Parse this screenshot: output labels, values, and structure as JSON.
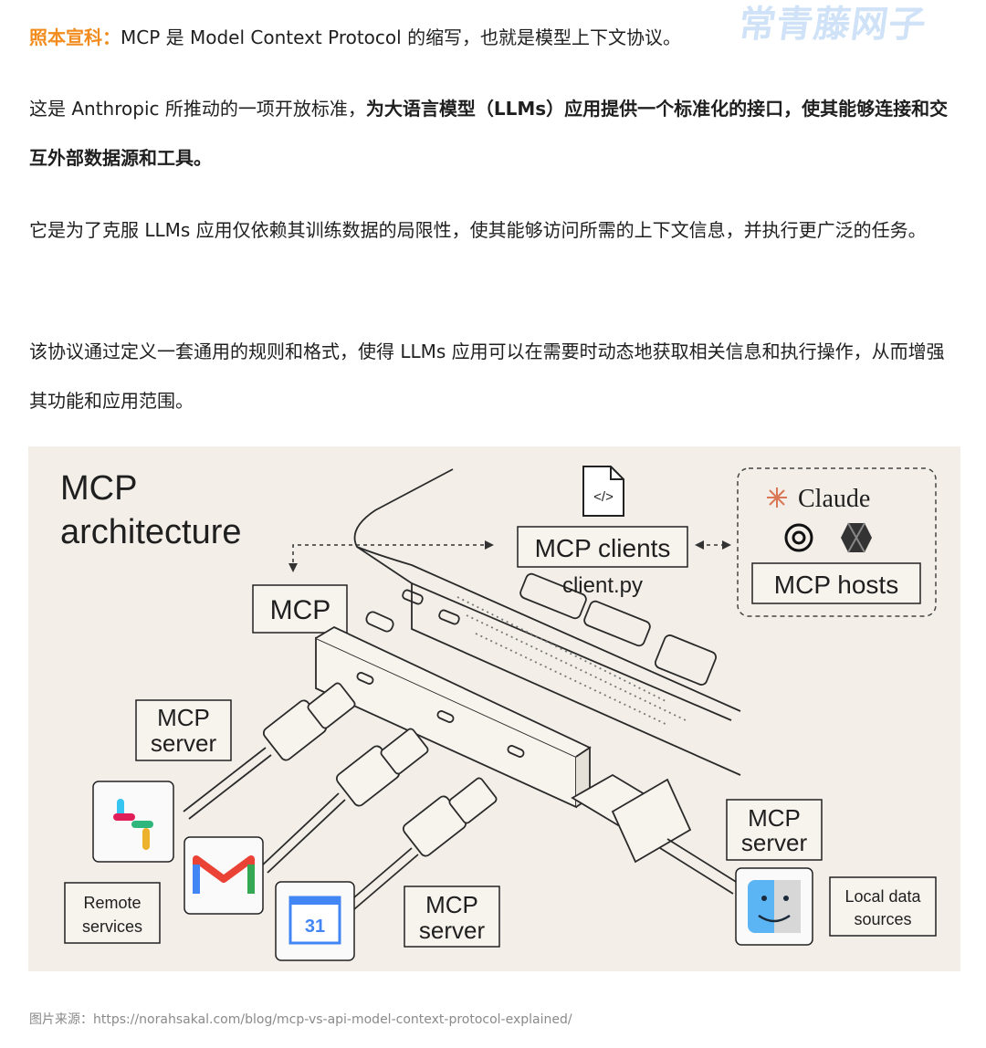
{
  "watermark": "常青藤网子",
  "paragraphs": {
    "p1": {
      "tag": "照本宣科：",
      "text": "MCP 是 Model Context Protocol 的缩写，也就是模型上下文协议。"
    },
    "p2": {
      "lead": "这是 Anthropic 所推动的一项开放标准，",
      "bold": "为大语言模型（LLMs）应用提供一个标准化的接口，使其能够连接和交互外部数据源和工具。"
    },
    "p3": {
      "text": "它是为了克服 LLMs 应用仅依赖其训练数据的局限性，使其能够访问所需的上下文信息，并执行更广泛的任务。"
    },
    "p4": {
      "text": "该协议通过定义一套通用的规则和格式，使得 LLMs 应用可以在需要时动态地获取相关信息和执行操作，从而增强其功能和应用范围。"
    }
  },
  "diagram": {
    "title_line1": "MCP",
    "title_line2": "architecture",
    "mcp_label": "MCP",
    "clients_label": "MCP clients",
    "client_file": "client.py",
    "claude_label": "Claude",
    "hosts_label": "MCP hosts",
    "server_left": [
      "MCP",
      "server"
    ],
    "server_bottom": [
      "MCP",
      "server"
    ],
    "server_right": [
      "MCP",
      "server"
    ],
    "remote_services": [
      "Remote",
      "services"
    ],
    "local_sources": [
      "Local data",
      "sources"
    ],
    "calendar_day": "31",
    "code_icon_text": "</>"
  },
  "caption": "图片来源：https://norahsakal.com/blog/mcp-vs-api-model-context-protocol-explained/",
  "colors": {
    "tag": "#f28c1e",
    "figure_bg": "#f3efe8",
    "watermark": "#cfe2f7",
    "claude_star": "#d97757"
  }
}
